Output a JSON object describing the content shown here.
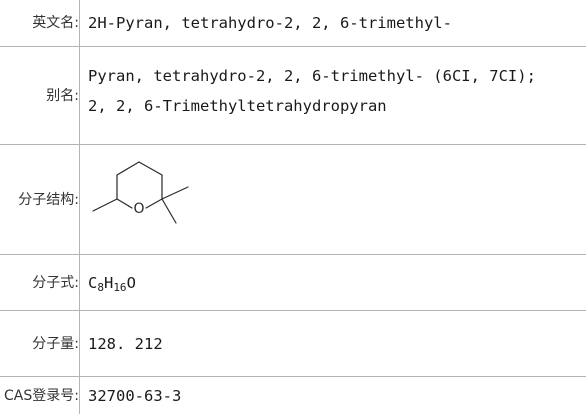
{
  "rows": {
    "english_name": {
      "label": "英文名:",
      "value": "2H-Pyran, tetrahydro-2, 2, 6-trimethyl-"
    },
    "alias": {
      "label": "别名:",
      "value_line1": "Pyran, tetrahydro-2, 2, 6-trimethyl- (6CI, 7CI);",
      "value_line2": "2, 2, 6-Trimethyltetrahydropyran"
    },
    "structure": {
      "label": "分子结构:",
      "ring_atom": "O"
    },
    "formula": {
      "label": "分子式:",
      "c": "C",
      "c_n": "8",
      "h": "H",
      "h_n": "16",
      "o": "O"
    },
    "weight": {
      "label": "分子量:",
      "value": "128. 212"
    },
    "cas": {
      "label": "CAS登录号:",
      "value": "32700-63-3"
    }
  }
}
